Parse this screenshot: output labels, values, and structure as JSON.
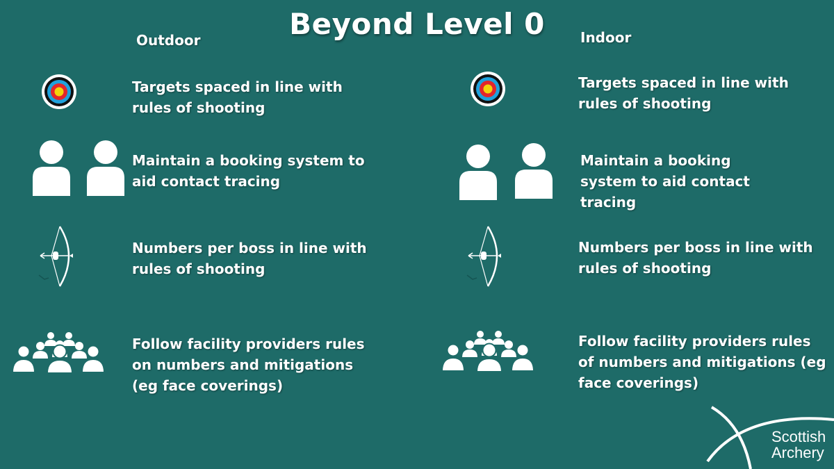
{
  "title": "Beyond Level 0",
  "columns": {
    "outdoor": {
      "heading": "Outdoor",
      "items": [
        {
          "icon": "target-icon",
          "text": "Targets spaced in line with rules of shooting"
        },
        {
          "icon": "people-icon",
          "text": "Maintain a booking system to aid contact tracing"
        },
        {
          "icon": "bow-icon",
          "text": "Numbers per boss in line with rules of shooting"
        },
        {
          "icon": "crowd-icon",
          "text": "Follow facility providers rules on numbers and mitigations (eg face coverings)"
        }
      ]
    },
    "indoor": {
      "heading": "Indoor",
      "items": [
        {
          "icon": "target-icon",
          "text": "Targets spaced in line with rules of shooting"
        },
        {
          "icon": "people-icon",
          "text": "Maintain a booking system to aid contact tracing"
        },
        {
          "icon": "bow-icon",
          "text": "Numbers per boss in line with rules of shooting"
        },
        {
          "icon": "crowd-icon",
          "text": "Follow facility providers rules of numbers and mitigations (eg face coverings)"
        }
      ]
    }
  },
  "logo": {
    "line1": "Scottish",
    "line2": "Archery"
  },
  "colors": {
    "background": "#1e6b68",
    "text": "#ffffff",
    "target_gold": "#f4d30a",
    "target_red": "#e3262b",
    "target_blue": "#1fa1dc"
  }
}
